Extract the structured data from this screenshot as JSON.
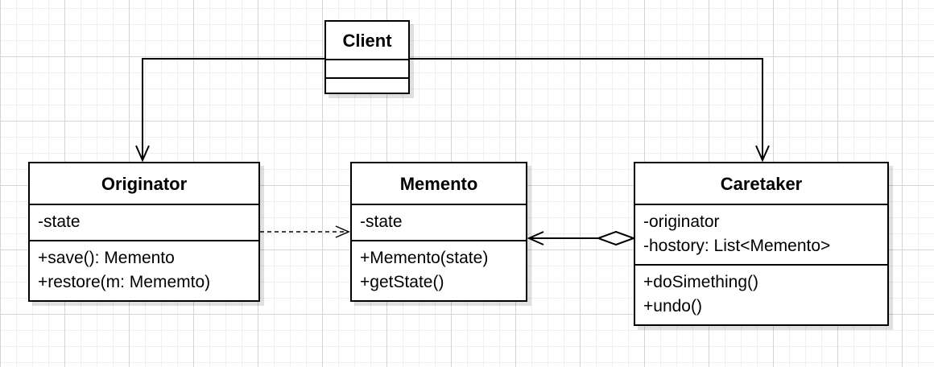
{
  "diagram": {
    "classes": {
      "client": {
        "name": "Client",
        "attributes": [],
        "operations": []
      },
      "originator": {
        "name": "Originator",
        "attributes": [
          "-state"
        ],
        "operations": [
          "+save(): Memento",
          "+restore(m: Mememto)"
        ]
      },
      "memento": {
        "name": "Memento",
        "attributes": [
          "-state"
        ],
        "operations": [
          "+Memento(state)",
          "+getState()"
        ]
      },
      "caretaker": {
        "name": "Caretaker",
        "attributes": [
          "-originator",
          "-hostory: List<Memento>"
        ],
        "operations": [
          "+doSimething()",
          "+undo()"
        ]
      }
    },
    "relationships": [
      {
        "from": "Client",
        "to": "Originator",
        "type": "association",
        "line": "solid",
        "arrow": "open"
      },
      {
        "from": "Client",
        "to": "Caretaker",
        "type": "association",
        "line": "solid",
        "arrow": "open"
      },
      {
        "from": "Originator",
        "to": "Memento",
        "type": "dependency",
        "line": "dashed",
        "arrow": "open"
      },
      {
        "from": "Caretaker",
        "to": "Memento",
        "type": "aggregation",
        "line": "solid",
        "arrow": "open",
        "source_end": "hollow-diamond"
      }
    ]
  }
}
